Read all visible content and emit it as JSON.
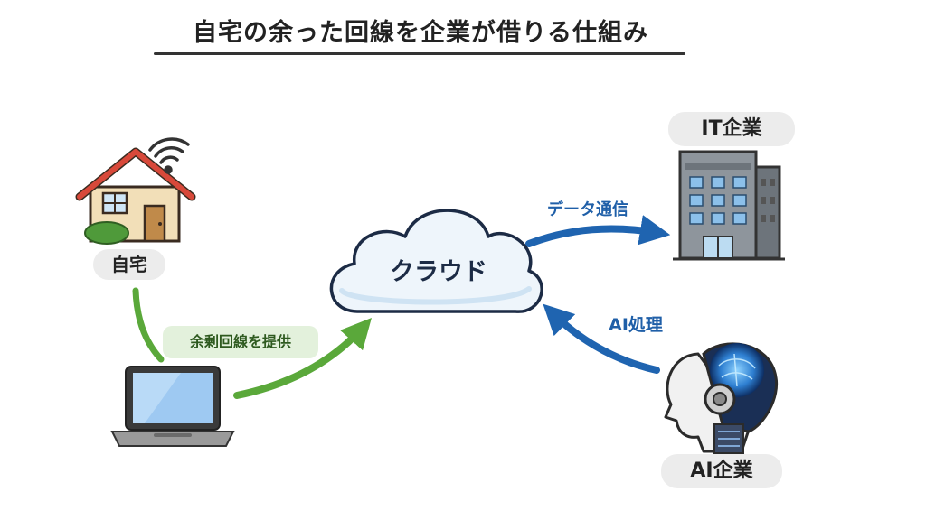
{
  "title": "自宅の余った回線を企業が借りる仕組み",
  "nodes": {
    "home": "自宅",
    "cloud": "クラウド",
    "it_company": "IT企業",
    "ai_company": "AI企業"
  },
  "edges": {
    "laptop_to_cloud": "余剰回線を提供",
    "cloud_to_it": "データ通信",
    "ai_to_cloud": "AI処理"
  },
  "colors": {
    "green_arrow": "#5aa83a",
    "blue_arrow": "#1f64b0",
    "roof": "#d8493a",
    "cloud_fill": "#eef5fb"
  },
  "icons": [
    "house-icon",
    "wifi-icon",
    "laptop-icon",
    "cloud-icon",
    "building-icon",
    "ai-head-icon"
  ]
}
